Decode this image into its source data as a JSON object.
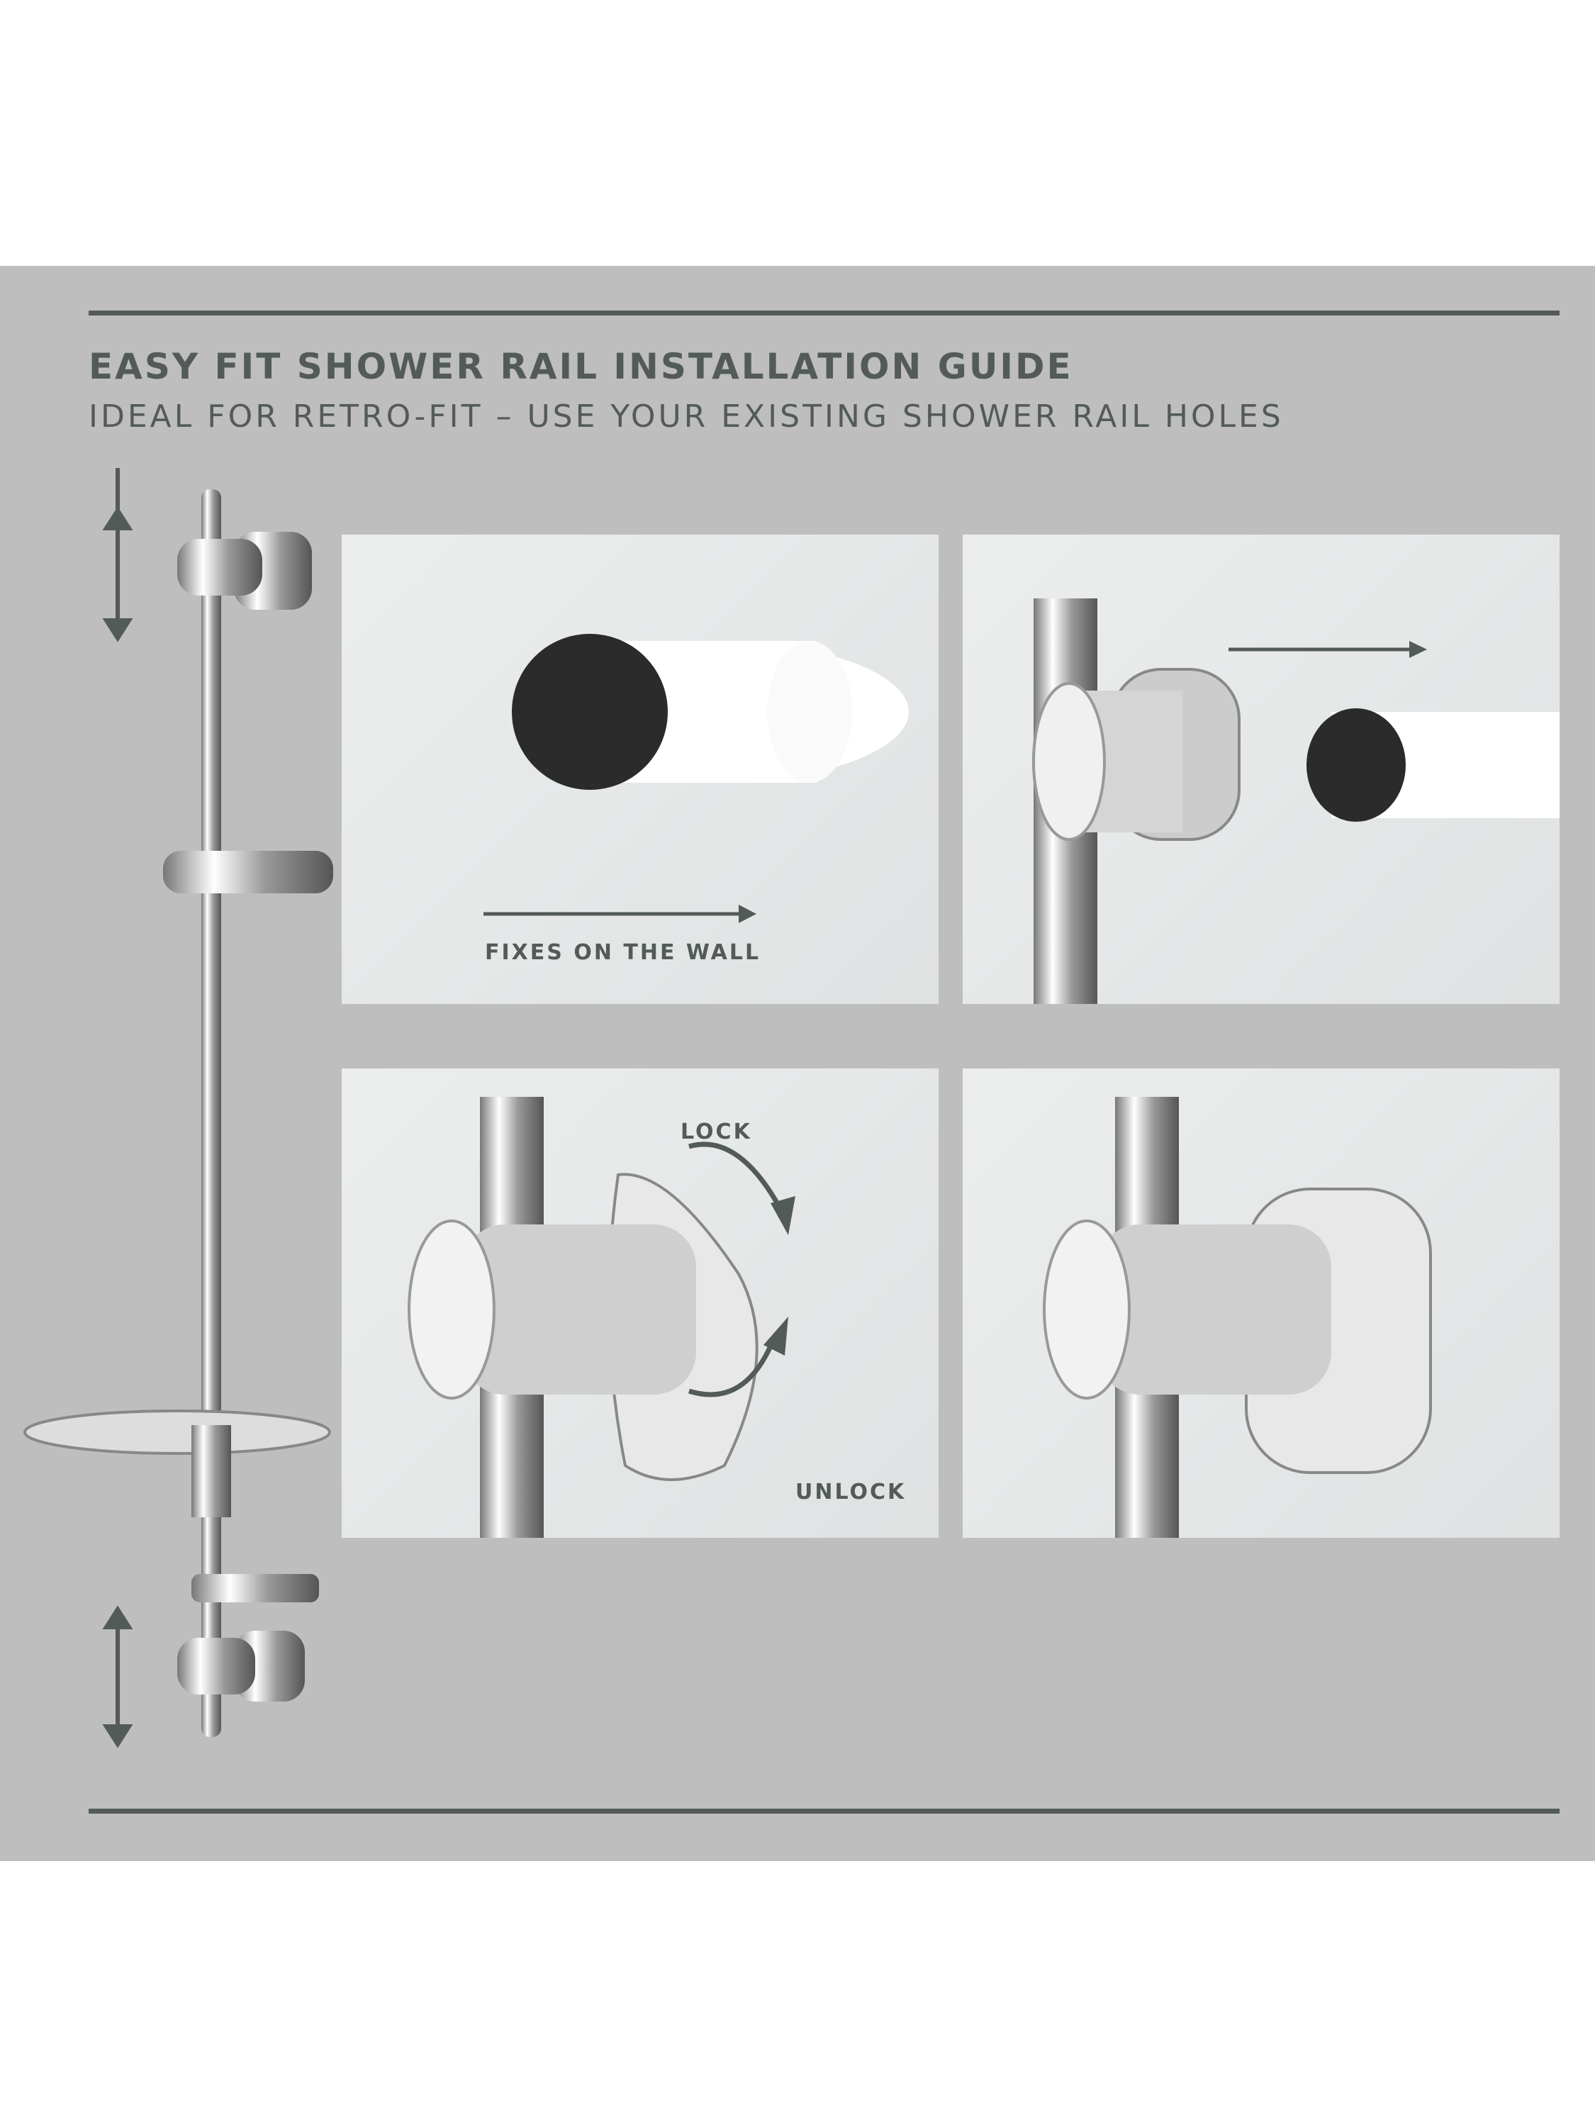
{
  "header": {
    "title": "EASY FIT SHOWER RAIL INSTALLATION GUIDE",
    "subtitle": "IDEAL FOR RETRO-FIT – USE YOUR EXISTING SHOWER RAIL HOLES"
  },
  "panels": [
    {
      "label": "FIXES ON THE WALL"
    },
    {
      "label": ""
    },
    {
      "lock_label": "LOCK",
      "unlock_label": "UNLOCK"
    },
    {
      "label": ""
    }
  ],
  "colors": {
    "background": "#bebebe",
    "text": "#535b58",
    "panel": "#e6e8e8"
  }
}
